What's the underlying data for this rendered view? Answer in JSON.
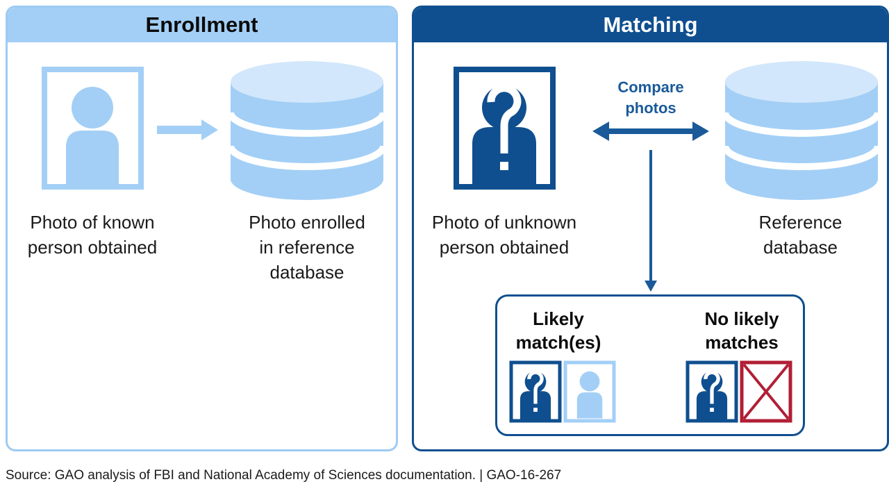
{
  "enrollment": {
    "title": "Enrollment",
    "photo_label": "Photo of known\nperson obtained",
    "database_label": "Photo enrolled\nin reference\ndatabase"
  },
  "matching": {
    "title": "Matching",
    "photo_label": "Photo of unknown\nperson obtained",
    "compare_label": "Compare\nphotos",
    "database_label": "Reference\ndatabase",
    "likely_label": "Likely\nmatch(es)",
    "no_likely_label": "No likely\nmatches"
  },
  "source": "Source: GAO analysis of FBI and National Academy of Sciences documentation.  |  GAO-16-267",
  "colors": {
    "light_blue": "#a3cff6",
    "pale_blue": "#d2e7fb",
    "dark_blue": "#0f4f8f",
    "red": "#b11f36"
  }
}
